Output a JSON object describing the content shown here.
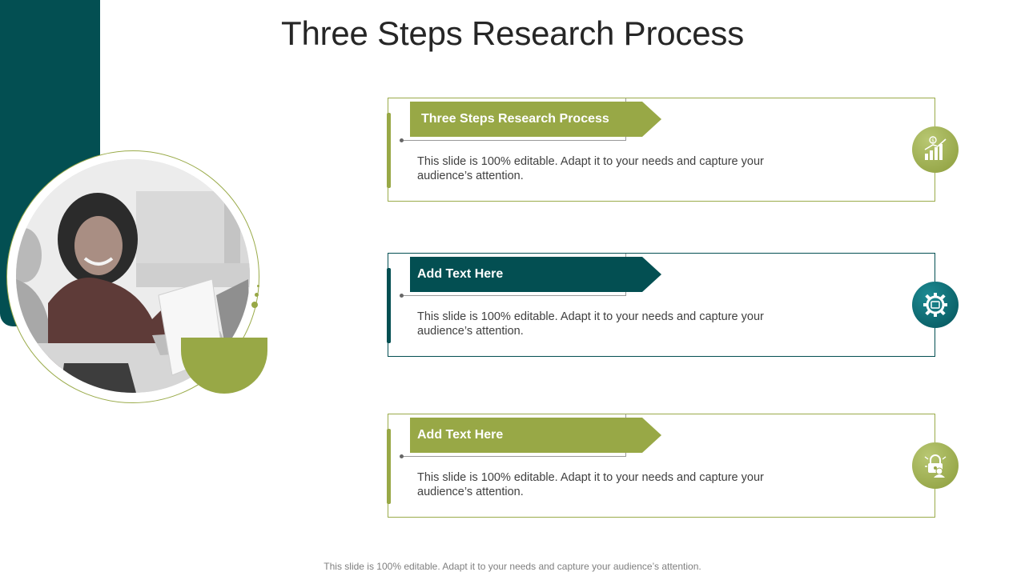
{
  "slide": {
    "title": "Three Steps Research Process",
    "footer": "This slide is 100% editable. Adapt it to your needs and capture your audience’s attention."
  },
  "photo": {
    "subject": "woman smiling holding papers"
  },
  "colors": {
    "teal": "#034f52",
    "green": "#98a846",
    "text": "#404040"
  },
  "steps": [
    {
      "label": "Three Steps Research Process",
      "description": "This slide is 100% editable. Adapt it to your needs and capture your audience’s attention.",
      "icon": "growth-chart-icon",
      "accent": "green"
    },
    {
      "label": "Add Text Here",
      "description": "This slide is 100% editable. Adapt it to your needs and capture your audience’s attention.",
      "icon": "gear-icon",
      "accent": "teal"
    },
    {
      "label": "Add Text Here",
      "description": "This slide is 100% editable. Adapt it to your needs and capture your audience’s attention.",
      "icon": "lock-user-icon",
      "accent": "green"
    }
  ]
}
